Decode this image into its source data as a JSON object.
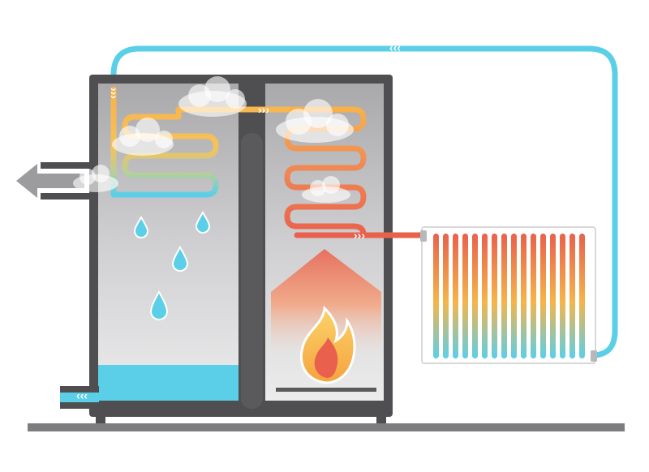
{
  "diagram": {
    "subject": "condensing boiler heating system",
    "flow_markers": "›››",
    "components": [
      {
        "name": "boiler-cabinet"
      },
      {
        "name": "condensation-chamber"
      },
      {
        "name": "combustion-chamber"
      },
      {
        "name": "flame-icon"
      },
      {
        "name": "radiator"
      },
      {
        "name": "exhaust-arrow-icon"
      },
      {
        "name": "water-droplet-icon"
      },
      {
        "name": "steam-cloud-icon"
      }
    ]
  },
  "colors": {
    "cold": "#5bcfe8",
    "cool": "#48bde0",
    "warm": "#f5b54a",
    "hot": "#e9614c",
    "cabinet": "#4f4f51",
    "cabinet_fill": "#c7c7c9",
    "floor": "#7d7d7f",
    "water": "#5bcfe8",
    "exhaust": "#9c9c9e"
  }
}
